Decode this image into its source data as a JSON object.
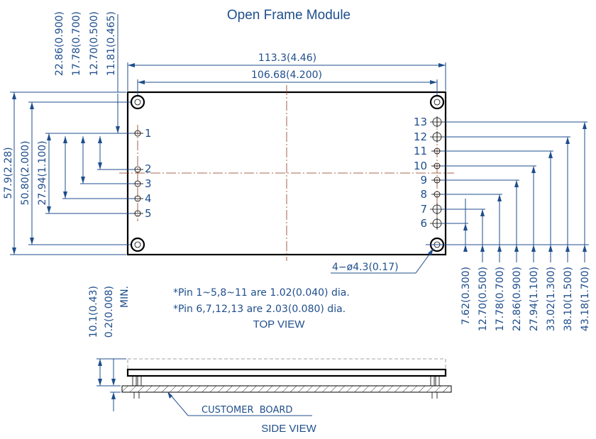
{
  "title": "Open Frame Module",
  "top_view": {
    "label": "TOP VIEW",
    "overall_length": "113.3(4.46)",
    "hole_spacing_length": "106.68(4.200)",
    "overall_width": "57.9(2.28)",
    "hole_spacing_width": "50.80(2.000)",
    "pin_dim_27_94": "27.94(1.100)",
    "left_top_dims": [
      "22.86(0.900)",
      "17.78(0.700)",
      "12.70(0.500)",
      "11.81(0.465)"
    ],
    "right_bottom_dims": [
      "7.62(0.300)",
      "12.70(0.500)",
      "17.78(0.700)",
      "22.86(0.900)",
      "27.94(1.100)",
      "33.02(1.300)",
      "38.10(1.500)",
      "43.18(1.700)"
    ],
    "left_pins": [
      "1",
      "2",
      "3",
      "4",
      "5"
    ],
    "right_pins": [
      "13",
      "12",
      "11",
      "10",
      "9",
      "8",
      "7",
      "6"
    ],
    "mount_holes": "4−ø4.3(0.17)",
    "note1": "*Pin 1~5,8~11 are 1.02(0.040) dia.",
    "note2": "*Pin 6,7,12,13 are 2.03(0.080) dia."
  },
  "side_view": {
    "label": "SIDE VIEW",
    "height": "10.1(0.43)",
    "standoff": "0.2(0.008)",
    "min": "MIN.",
    "board_label": "CUSTOMER  BOARD"
  }
}
